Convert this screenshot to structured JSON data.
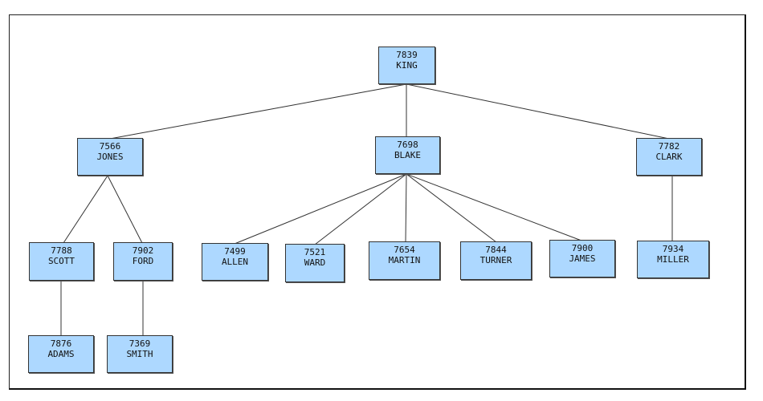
{
  "diagram": {
    "nodes": {
      "king": {
        "id": "7839",
        "name": "KING"
      },
      "jones": {
        "id": "7566",
        "name": "JONES"
      },
      "blake": {
        "id": "7698",
        "name": "BLAKE"
      },
      "clark": {
        "id": "7782",
        "name": "CLARK"
      },
      "scott": {
        "id": "7788",
        "name": "SCOTT"
      },
      "ford": {
        "id": "7902",
        "name": "FORD"
      },
      "allen": {
        "id": "7499",
        "name": "ALLEN"
      },
      "ward": {
        "id": "7521",
        "name": "WARD"
      },
      "martin": {
        "id": "7654",
        "name": "MARTIN"
      },
      "turner": {
        "id": "7844",
        "name": "TURNER"
      },
      "james": {
        "id": "7900",
        "name": "JAMES"
      },
      "miller": {
        "id": "7934",
        "name": "MILLER"
      },
      "adams": {
        "id": "7876",
        "name": "ADAMS"
      },
      "smith": {
        "id": "7369",
        "name": "SMITH"
      }
    },
    "edges": [
      [
        "king",
        "jones"
      ],
      [
        "king",
        "blake"
      ],
      [
        "king",
        "clark"
      ],
      [
        "jones",
        "scott"
      ],
      [
        "jones",
        "ford"
      ],
      [
        "blake",
        "allen"
      ],
      [
        "blake",
        "ward"
      ],
      [
        "blake",
        "martin"
      ],
      [
        "blake",
        "turner"
      ],
      [
        "blake",
        "james"
      ],
      [
        "clark",
        "miller"
      ],
      [
        "scott",
        "adams"
      ],
      [
        "ford",
        "smith"
      ]
    ],
    "colors": {
      "node_fill": "#add8ff",
      "node_border": "#333333",
      "line": "#333333"
    }
  }
}
